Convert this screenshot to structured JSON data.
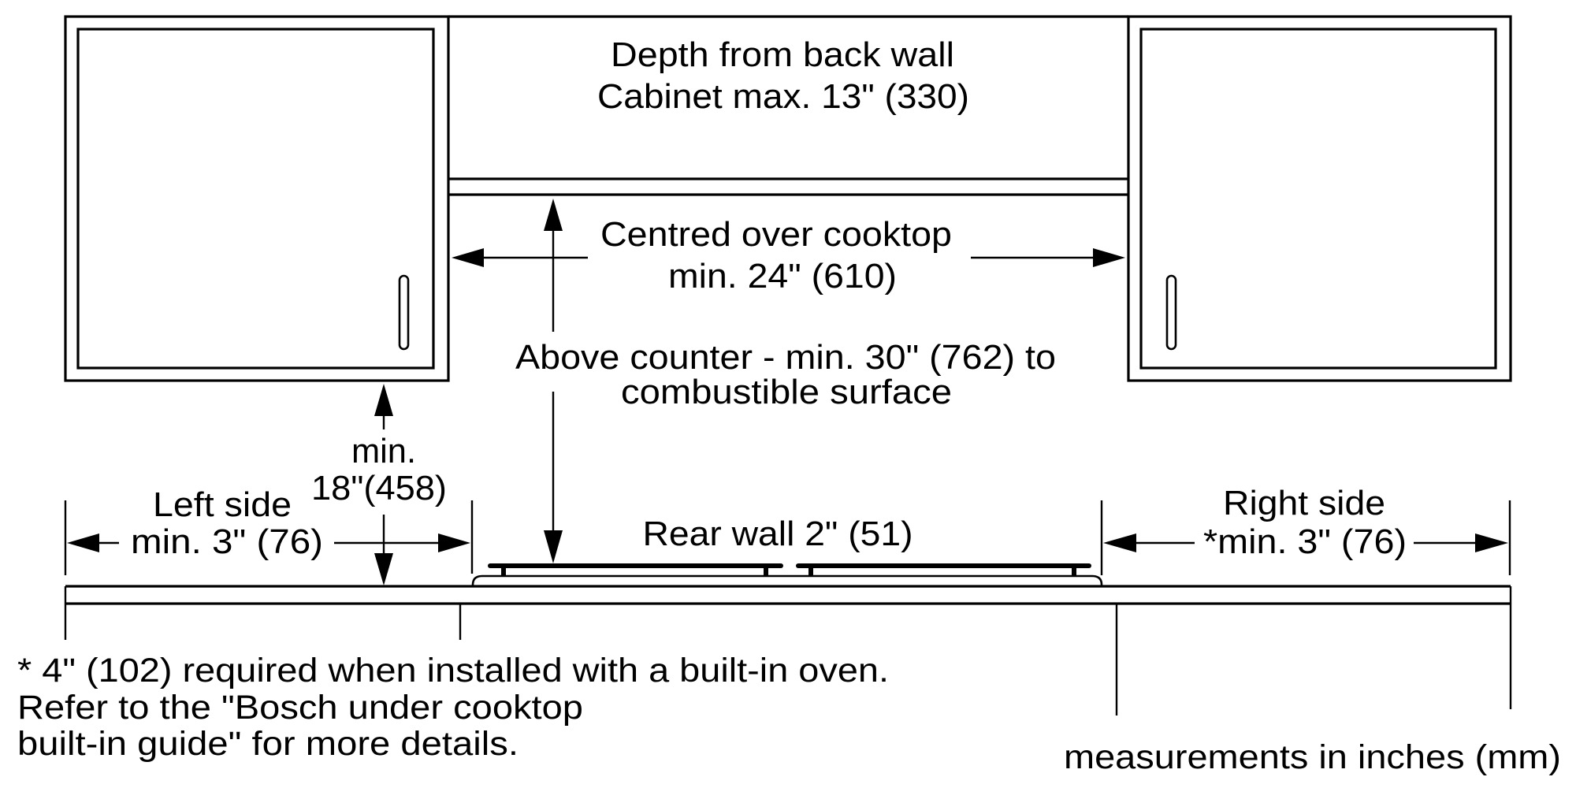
{
  "diagram": {
    "title": "Hood / cooktop installation clearances",
    "hood": {
      "line1": "Depth from back wall",
      "line2": "Cabinet max. 13\" (330)"
    },
    "centred": {
      "line1": "Centred over cooktop",
      "line2": "min. 24\" (610)"
    },
    "above_counter": {
      "line1": "Above counter - min. 30\" (762) to",
      "line2": "combustible surface"
    },
    "cabinet_clearance": {
      "line1": "min.",
      "line2": "18\"(458)"
    },
    "left_side": {
      "line1": "Left side",
      "line2": "min. 3\" (76)"
    },
    "rear_wall": {
      "label": "Rear wall 2\" (51)"
    },
    "right_side": {
      "line1": "Right side",
      "line2": "*min. 3\" (76)"
    },
    "footnote": {
      "line1": "* 4\" (102) required when installed with a built-in oven.",
      "line2": "Refer to the \"Bosch under cooktop",
      "line3": "built-in guide\" for more details."
    },
    "units_note": "measurements in inches (mm)",
    "colors": {
      "line": "#000000",
      "background": "#ffffff"
    },
    "icons": {
      "cabinet_handle": "handle-icon",
      "arrow": "arrowhead-icon"
    }
  }
}
